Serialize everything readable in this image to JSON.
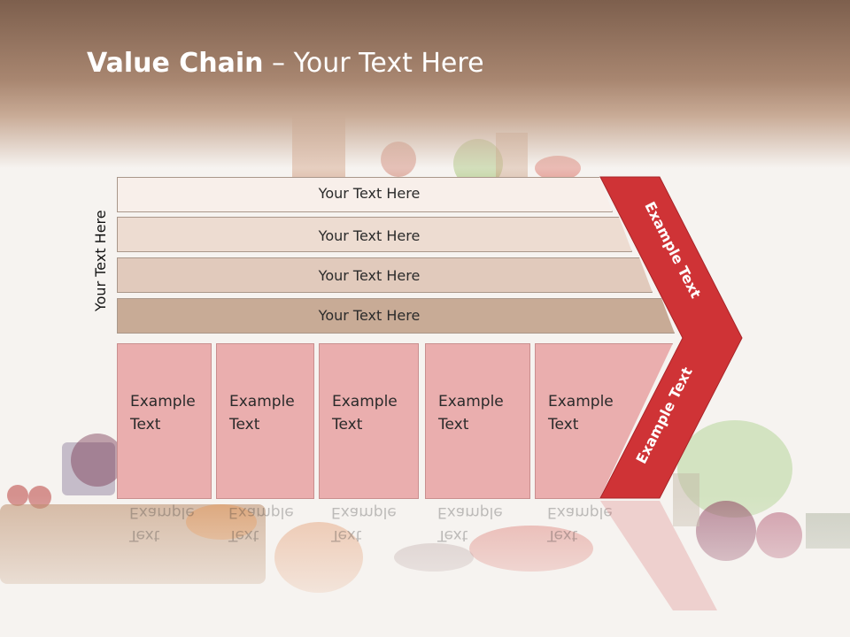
{
  "slide": {
    "title_bold": "Value Chain",
    "title_rest": " – Your Text Here",
    "vertical_label": "Your Text Here"
  },
  "bars": [
    {
      "label": "Your Text Here",
      "color": "#f8efea"
    },
    {
      "label": "Your Text Here",
      "color": "#eddcd1"
    },
    {
      "label": "Your Text Here",
      "color": "#e1cabc"
    },
    {
      "label": "Your Text Here",
      "color": "#c8ab96"
    }
  ],
  "cells": [
    {
      "line1": "Example",
      "line2": "Text"
    },
    {
      "line1": "Example",
      "line2": "Text"
    },
    {
      "line1": "Example",
      "line2": "Text"
    },
    {
      "line1": "Example",
      "line2": "Text"
    },
    {
      "line1": "Example",
      "line2": "Text"
    }
  ],
  "chevron": {
    "upper_text": "Example Text",
    "lower_text": "Example Text",
    "color": "#cf3336"
  }
}
